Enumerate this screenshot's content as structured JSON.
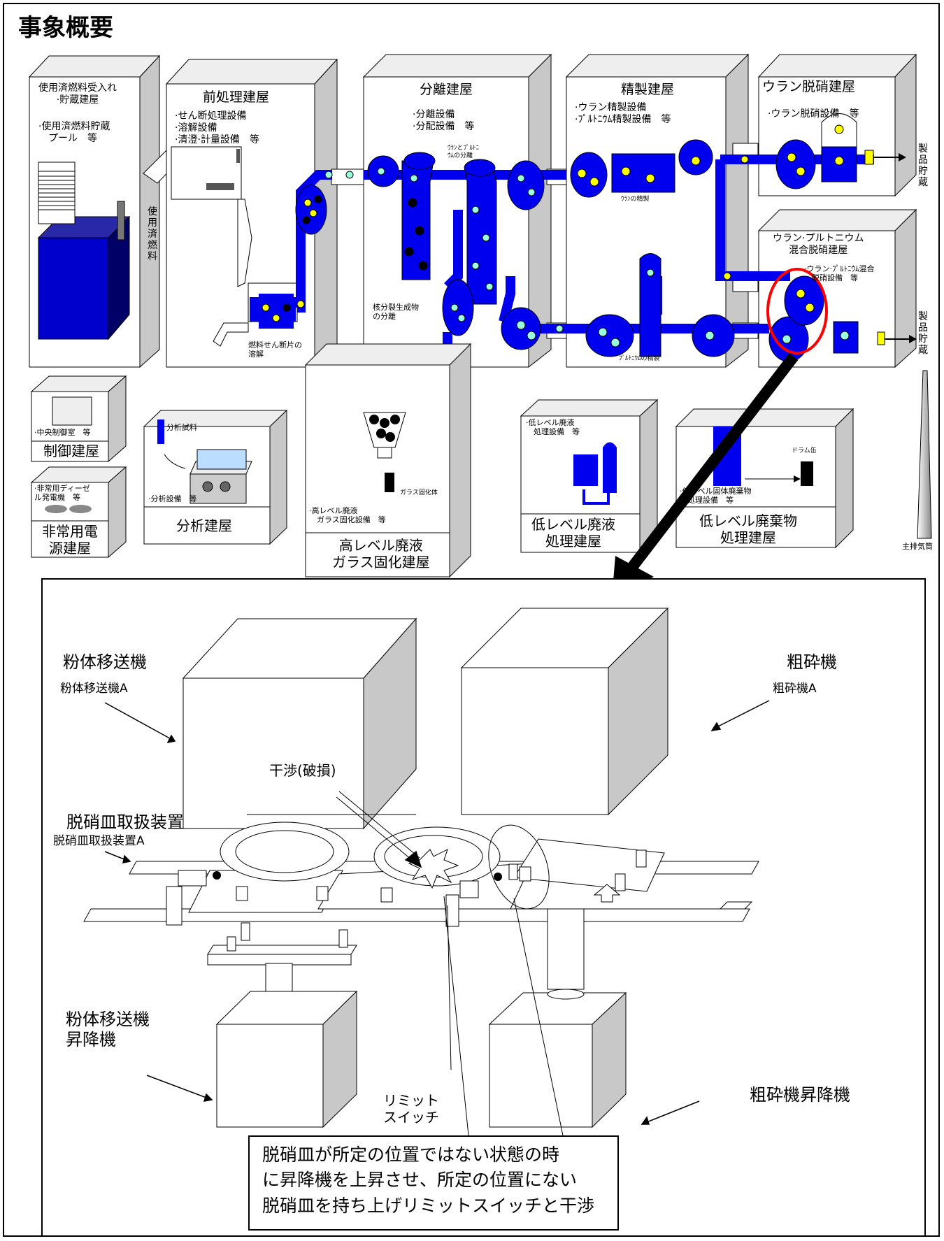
{
  "title": "事象概要",
  "buildings": {
    "receiving": {
      "name": "使用済燃料受入れ\n·貯蔵建屋",
      "equipment": "·使用済燃料貯蔵\n　プール　等"
    },
    "spent_fuel_label": "使用済燃料",
    "headend": {
      "name": "前処理建屋",
      "equipment": "·せん断処理設備\n·溶解設備\n·清澄·計量設備　等",
      "process": "燃料せん断片の\n溶解"
    },
    "separation": {
      "name": "分離建屋",
      "equipment": "·分離設備\n·分配設備　等",
      "process1": "ｳﾗﾝとﾌﾟﾙﾄﾆ\nｳﾑの分離",
      "process2": "核分裂生成物\nの分離"
    },
    "purification": {
      "name": "精製建屋",
      "equipment": "·ウラン精製設備\n·ﾌﾟﾙﾄﾆｳﾑ精製設備　等",
      "process1": "ｳﾗﾝの精製",
      "process2": "ﾌﾟﾙﾄﾆｳﾑの精製"
    },
    "u_denitration": {
      "name": "ウラン脱硝建屋",
      "equipment": "·ウラン脱硝設備　等"
    },
    "mox": {
      "name": "ウラン·プルトニウム\n混合脱硝建屋",
      "equipment": "·ウラン·ﾌﾟﾙﾄﾆｳﾑ混合\n　脱硝設備　等"
    },
    "product_storage": "製品貯蔵",
    "control": {
      "name": "制御建屋",
      "equipment": "·中央制御室　等"
    },
    "emergency": {
      "name": "非常用電\n源建屋",
      "equipment": "·非常用ディーゼ\nル発電機　等"
    },
    "analysis": {
      "name": "分析建屋",
      "equipment": "·分析設備　等",
      "sample": "分析試料"
    },
    "vitrification": {
      "name": "高レベル廃液\nガラス固化建屋",
      "equipment": "·高レベル廃液\n　ガラス固化設備　等",
      "product": "ガラス固化体"
    },
    "low_liquid": {
      "name": "低レベル廃液\n処理建屋",
      "equipment": "·低レベル廃液\n　処理設備　等"
    },
    "low_solid": {
      "name": "低レベル廃棄物\n処理建屋",
      "equipment": "·低レベル固体廃棄物\n　処理設備　等",
      "drum": "ドラム缶"
    },
    "stack": "主排気筒"
  },
  "detail": {
    "powder_transfer": {
      "title": "粉体移送機",
      "unit": "粉体移送機A"
    },
    "crusher": {
      "title": "粗砕機",
      "unit": "粗砕機A"
    },
    "interference": "干渉(破損)",
    "tray_handler": {
      "title": "脱硝皿取扱装置",
      "unit": "脱硝皿取扱装置A"
    },
    "powder_lift": "粉体移送機\n昇降機",
    "crusher_lift": "粗砕機昇降機",
    "limit_switch": "リミット\nスイッチ",
    "note": "脱硝皿が所定の位置ではない状態の時\nに昇降機を上昇させ、所定の位置にない\n脱硝皿を持ち上げリミットスイッチと干渉"
  },
  "colors": {
    "process_blue": "#0000ee",
    "highlight": "#ff0000",
    "wall_gray": "#c8c8c8",
    "pellet_yellow": "#ffff00"
  }
}
